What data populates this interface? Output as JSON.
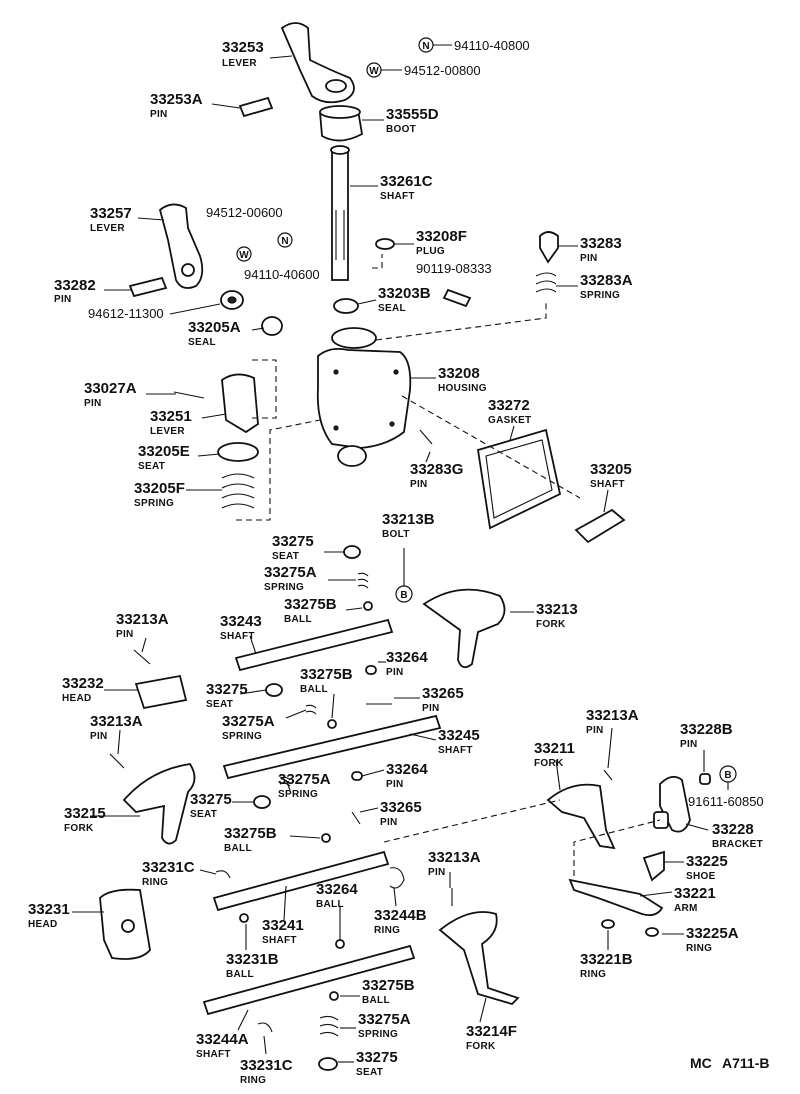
{
  "callouts": [
    {
      "id": "c01",
      "number": "33253",
      "desc": "LEVER"
    },
    {
      "id": "c02",
      "number": "33253A",
      "desc": "PIN"
    },
    {
      "id": "c03",
      "number": "33555D",
      "desc": "BOOT"
    },
    {
      "id": "c04",
      "number": "33261C",
      "desc": "SHAFT"
    },
    {
      "id": "c05",
      "number": "33257",
      "desc": "LEVER"
    },
    {
      "id": "c06",
      "number": "33208F",
      "desc": "PLUG"
    },
    {
      "id": "c07",
      "number": "33283",
      "desc": "PIN"
    },
    {
      "id": "c08",
      "number": "33283A",
      "desc": "SPRING"
    },
    {
      "id": "c09",
      "number": "33282",
      "desc": "PIN"
    },
    {
      "id": "c10",
      "number": "33203B",
      "desc": "SEAL"
    },
    {
      "id": "c11",
      "number": "33205A",
      "desc": "SEAL"
    },
    {
      "id": "c12",
      "number": "33208",
      "desc": "HOUSING"
    },
    {
      "id": "c13",
      "number": "33027A",
      "desc": "PIN"
    },
    {
      "id": "c14",
      "number": "33251",
      "desc": "LEVER"
    },
    {
      "id": "c15",
      "number": "33272",
      "desc": "GASKET"
    },
    {
      "id": "c16",
      "number": "33205E",
      "desc": "SEAT"
    },
    {
      "id": "c17",
      "number": "33283G",
      "desc": "PIN"
    },
    {
      "id": "c18",
      "number": "33205",
      "desc": "SHAFT"
    },
    {
      "id": "c19",
      "number": "33205F",
      "desc": "SPRING"
    },
    {
      "id": "c20",
      "number": "33213B",
      "desc": "BOLT"
    },
    {
      "id": "c21",
      "number": "33275",
      "desc": "SEAT"
    },
    {
      "id": "c22",
      "number": "33275A",
      "desc": "SPRING"
    },
    {
      "id": "c23",
      "number": "33275B",
      "desc": "BALL"
    },
    {
      "id": "c24",
      "number": "33213",
      "desc": "FORK"
    },
    {
      "id": "c25",
      "number": "33213A",
      "desc": "PIN"
    },
    {
      "id": "c26",
      "number": "33243",
      "desc": "SHAFT"
    },
    {
      "id": "c27",
      "number": "33275B",
      "desc": "BALL"
    },
    {
      "id": "c28",
      "number": "33264",
      "desc": "PIN"
    },
    {
      "id": "c29",
      "number": "33232",
      "desc": "HEAD"
    },
    {
      "id": "c30",
      "number": "33275",
      "desc": "SEAT"
    },
    {
      "id": "c31",
      "number": "33265",
      "desc": "PIN"
    },
    {
      "id": "c32",
      "number": "33213A",
      "desc": "PIN"
    },
    {
      "id": "c33",
      "number": "33275A",
      "desc": "SPRING"
    },
    {
      "id": "c34",
      "number": "33245",
      "desc": "SHAFT"
    },
    {
      "id": "c35",
      "number": "33213A",
      "desc": "PIN"
    },
    {
      "id": "c36",
      "number": "33228B",
      "desc": "PIN"
    },
    {
      "id": "c37",
      "number": "33211",
      "desc": "FORK"
    },
    {
      "id": "c38",
      "number": "33275A",
      "desc": "SPRING"
    },
    {
      "id": "c39",
      "number": "33264",
      "desc": "PIN"
    },
    {
      "id": "c40",
      "number": "33215",
      "desc": "FORK"
    },
    {
      "id": "c41",
      "number": "33275",
      "desc": "SEAT"
    },
    {
      "id": "c42",
      "number": "33265",
      "desc": "PIN"
    },
    {
      "id": "c43",
      "number": "33275B",
      "desc": "BALL"
    },
    {
      "id": "c44",
      "number": "33228",
      "desc": "BRACKET"
    },
    {
      "id": "c45",
      "number": "33231C",
      "desc": "RING"
    },
    {
      "id": "c46",
      "number": "33213A",
      "desc": "PIN"
    },
    {
      "id": "c47",
      "number": "33225",
      "desc": "SHOE"
    },
    {
      "id": "c48",
      "number": "33231",
      "desc": "HEAD"
    },
    {
      "id": "c49",
      "number": "33264",
      "desc": "BALL"
    },
    {
      "id": "c50",
      "number": "33244B",
      "desc": "RING"
    },
    {
      "id": "c51",
      "number": "33221",
      "desc": "ARM"
    },
    {
      "id": "c52",
      "number": "33241",
      "desc": "SHAFT"
    },
    {
      "id": "c53",
      "number": "33225A",
      "desc": "RING"
    },
    {
      "id": "c54",
      "number": "33231B",
      "desc": "BALL"
    },
    {
      "id": "c55",
      "number": "33221B",
      "desc": "RING"
    },
    {
      "id": "c56",
      "number": "33275B",
      "desc": "BALL"
    },
    {
      "id": "c57",
      "number": "33244A",
      "desc": "SHAFT"
    },
    {
      "id": "c58",
      "number": "33275A",
      "desc": "SPRING"
    },
    {
      "id": "c59",
      "number": "33214F",
      "desc": "FORK"
    },
    {
      "id": "c60",
      "number": "33275",
      "desc": "SEAT"
    },
    {
      "id": "c61",
      "number": "33231C",
      "desc": "RING"
    }
  ],
  "standard_parts": [
    {
      "id": "s1",
      "symbol": "N",
      "number": "94110-40800"
    },
    {
      "id": "s2",
      "symbol": "W",
      "number": "94512-00800"
    },
    {
      "id": "s3",
      "symbol": "W",
      "number": "94512-00600"
    },
    {
      "id": "s4",
      "symbol": "N",
      "number": "94110-40600"
    },
    {
      "id": "s5",
      "symbol": "",
      "number": "90119-08333"
    },
    {
      "id": "s6",
      "symbol": "",
      "number": "94612-11300"
    },
    {
      "id": "s7",
      "symbol": "B",
      "number": "91611-60850"
    }
  ],
  "bolt_symbol": "B",
  "footer": {
    "label": "MC",
    "code": "A711-B"
  }
}
